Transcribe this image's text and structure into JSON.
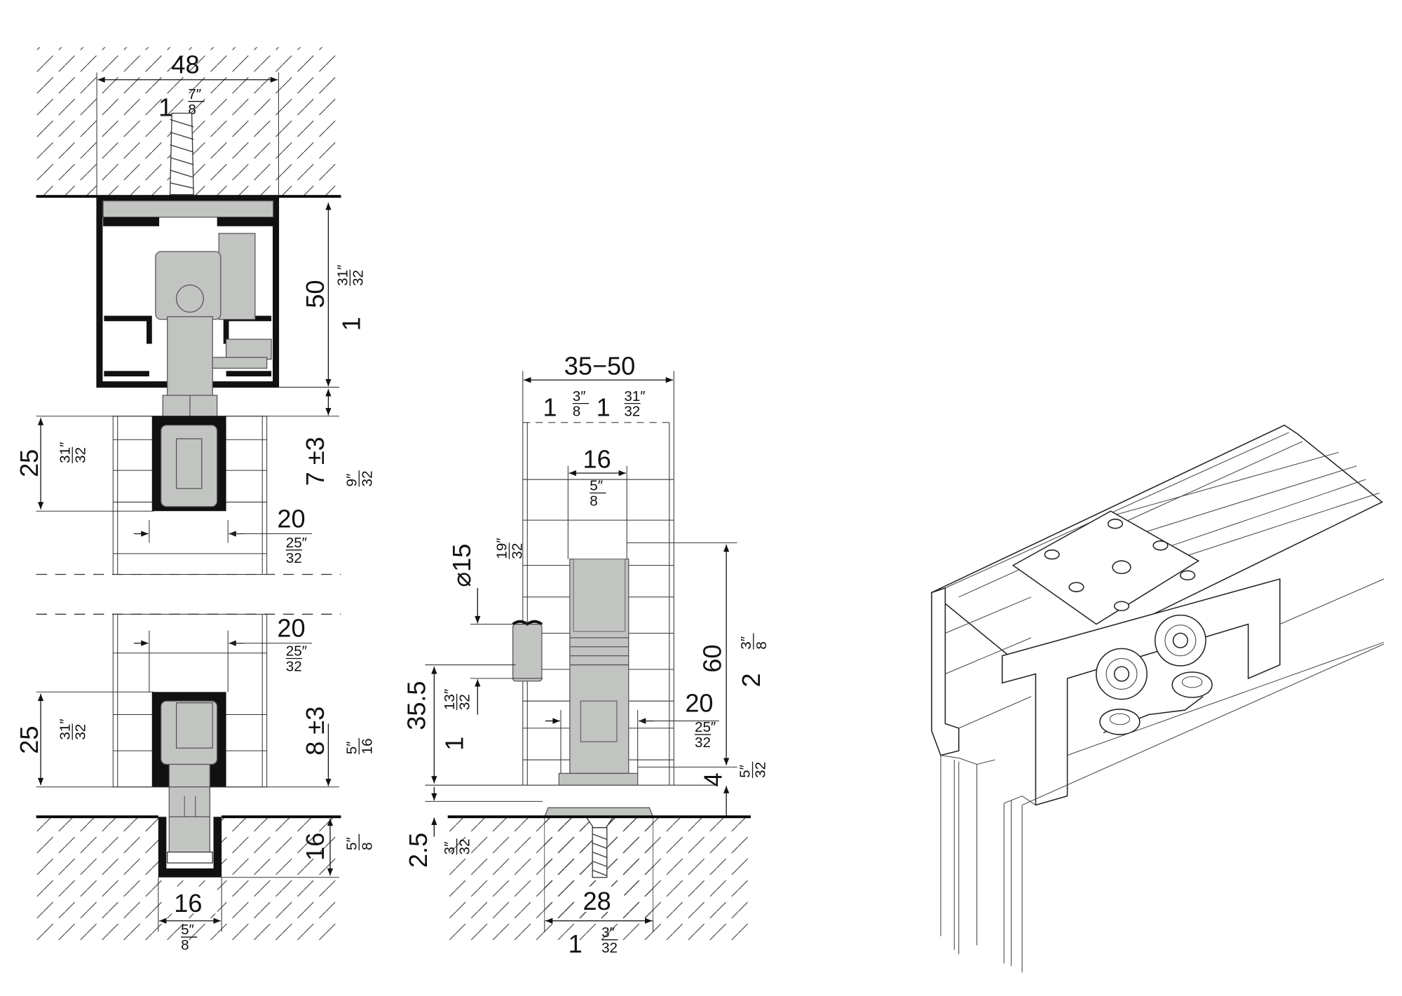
{
  "left_view": {
    "width_mm": "48",
    "width_in_whole": "1",
    "width_in_frac": {
      "n": "7″",
      "d": "8"
    },
    "track_height_mm": "50",
    "track_height_in_whole": "1",
    "track_height_in_frac": {
      "n": "31″",
      "d": "32"
    },
    "top_guide_height_mm": "25",
    "top_guide_height_in_frac": {
      "n": "31″",
      "d": "32"
    },
    "top_gap_mm": "7 ±3",
    "top_gap_in_frac": {
      "n": "9″",
      "d": "32"
    },
    "top_door_mm": "20",
    "top_door_in_frac": {
      "n": "25″",
      "d": "32"
    },
    "bottom_door_mm": "20",
    "bottom_door_in_frac": {
      "n": "25″",
      "d": "32"
    },
    "bottom_guide_height_mm": "25",
    "bottom_guide_height_in_frac": {
      "n": "31″",
      "d": "32"
    },
    "bottom_gap_mm": "8 ±3",
    "bottom_gap_in_frac": {
      "n": "5″",
      "d": "16"
    },
    "channel_depth_mm": "16",
    "channel_depth_in_frac": {
      "n": "5″",
      "d": "8"
    },
    "channel_width_mm": "16",
    "channel_width_in_frac": {
      "n": "5″",
      "d": "8"
    }
  },
  "middle_view": {
    "door_range_mm": "35−50",
    "door_min_in_whole": "1",
    "door_min_in_frac": {
      "n": "3″",
      "d": "8"
    },
    "door_max_in_whole": "1",
    "door_max_in_frac": {
      "n": "31″",
      "d": "32"
    },
    "slot_width_mm": "16",
    "slot_width_in_frac": {
      "n": "5″",
      "d": "8"
    },
    "pin_diameter_mm": "⌀15",
    "pin_diameter_in_frac": {
      "n": "19″",
      "d": "32"
    },
    "pin_height_mm": "35.5",
    "pin_height_in_whole": "1",
    "pin_height_in_frac": {
      "n": "13″",
      "d": "32"
    },
    "guide_width_mm": "20",
    "guide_width_in_frac": {
      "n": "25″",
      "d": "32"
    },
    "guide_height_mm": "60",
    "guide_height_in_whole": "2",
    "guide_height_in_frac": {
      "n": "3″",
      "d": "8"
    },
    "gap_mm": "4",
    "gap_in_frac": {
      "n": "5″",
      "d": "32"
    },
    "plate_thickness_mm": "2.5",
    "plate_thickness_in_frac": {
      "n": "3″",
      "d": "32"
    },
    "plate_width_mm": "28",
    "plate_width_in_whole": "1",
    "plate_width_in_frac": {
      "n": "3″",
      "d": "32"
    }
  },
  "colors": {
    "metal_grey": "#c2c4c2",
    "profile_black": "#111111"
  }
}
